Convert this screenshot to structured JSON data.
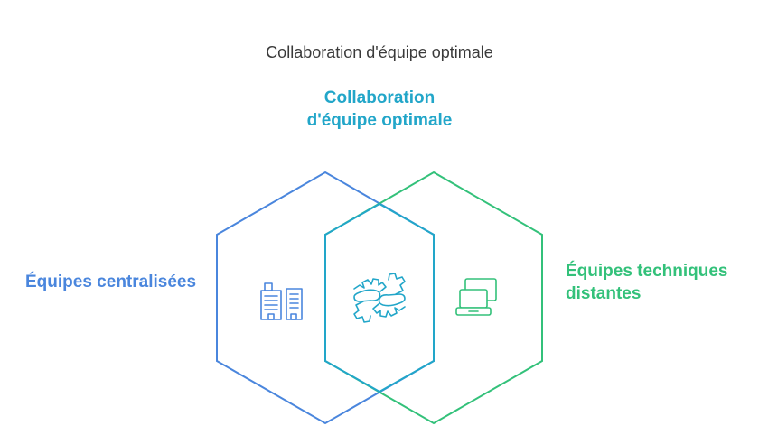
{
  "title": "Collaboration d'équipe optimale",
  "overlap": {
    "line1": "Collaboration",
    "line2": "d'équipe optimale",
    "color": "#22a6c9"
  },
  "left_set": {
    "label": "Équipes centralisées",
    "color": "#4a86dd",
    "icon": "office-buildings-icon"
  },
  "right_set": {
    "line1": "Équipes techniques",
    "line2": "distantes",
    "color": "#33c17a",
    "icon": "laptop-devices-icon"
  },
  "center_icon": "handshake-icon"
}
